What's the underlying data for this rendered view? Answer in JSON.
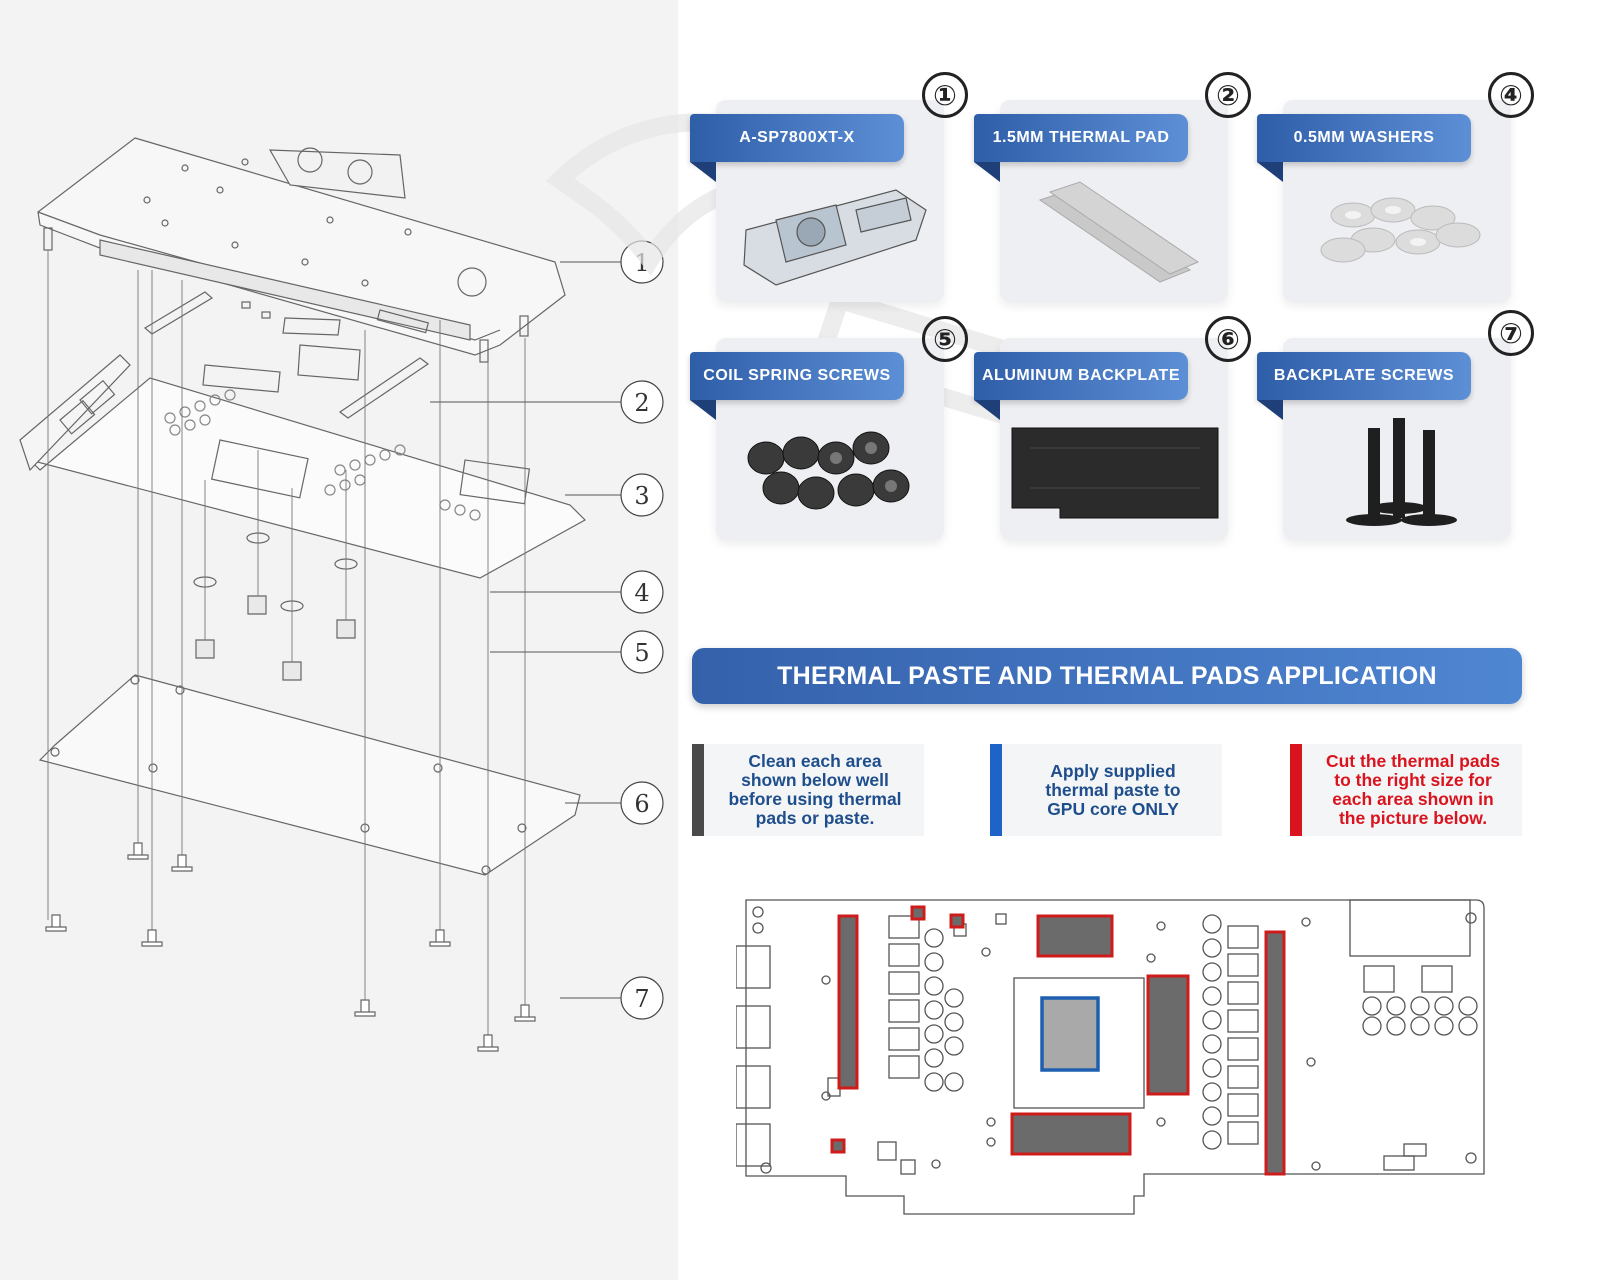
{
  "parts": [
    {
      "number": "①",
      "label": "A-SP7800XT-X"
    },
    {
      "number": "②",
      "label": "1.5MM THERMAL PAD"
    },
    {
      "number": "④",
      "label": "0.5MM WASHERS"
    },
    {
      "number": "⑤",
      "label": "COIL SPRING SCREWS"
    },
    {
      "number": "⑥",
      "label": "ALUMINUM BACKPLATE"
    },
    {
      "number": "⑦",
      "label": "BACKPLATE SCREWS"
    }
  ],
  "callouts": [
    "1",
    "2",
    "3",
    "4",
    "5",
    "6",
    "7"
  ],
  "section": {
    "title": "THERMAL PASTE AND THERMAL PADS APPLICATION"
  },
  "notes": [
    {
      "text": "Clean each area\nshown below well\nbefore using thermal\npads or paste.",
      "bar_color": "#4a4a4a",
      "text_color": "#1f4e8c"
    },
    {
      "text": "Apply supplied\nthermal paste to\nGPU core ONLY",
      "bar_color": "#1e64c8",
      "text_color": "#1f4e8c"
    },
    {
      "text": "Cut the thermal pads\nto the right size for\neach area shown in\nthe picture below.",
      "bar_color": "#d9141e",
      "text_color": "#d9141e"
    }
  ],
  "colors": {
    "pad_outline": "#d01b1b",
    "paste_outline": "#1e5fb0",
    "pad_fill": "#6b6b6b",
    "paste_fill": "#a9a9a9"
  }
}
